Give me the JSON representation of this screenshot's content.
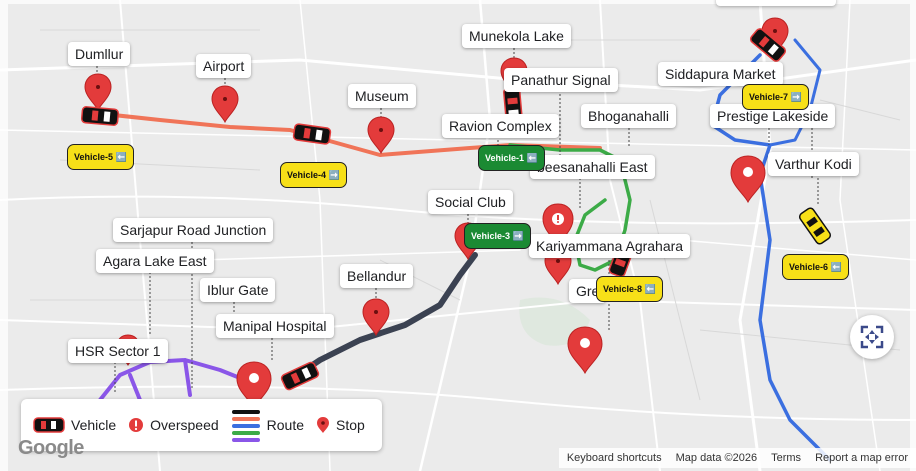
{
  "colors": {
    "route_orange": "#f07458",
    "route_green": "#3cab47",
    "route_dark": "#3b4252",
    "route_blue": "#3b6fe0",
    "route_purple": "#8a56e8",
    "pin_red": "#e33b3b",
    "badge_yellow": "#f7e018",
    "badge_green": "#1b8a33"
  },
  "places": [
    {
      "name": "Dumllur"
    },
    {
      "name": "Airport"
    },
    {
      "name": "Museum"
    },
    {
      "name": "Munekola Lake"
    },
    {
      "name": "Panathur Signal"
    },
    {
      "name": "Ravion Complex"
    },
    {
      "name": "Bhoganahalli"
    },
    {
      "name": "Siddapura Market"
    },
    {
      "name": "Prestige Lakeside"
    },
    {
      "name": "Varthur Kodi"
    },
    {
      "name": "beesanahalli East"
    },
    {
      "name": "Social Club"
    },
    {
      "name": "Kariyammana Agrahara"
    },
    {
      "name": "Sarjapur Road Junction"
    },
    {
      "name": "Agara Lake East"
    },
    {
      "name": "Iblur Gate"
    },
    {
      "name": "Bellandur"
    },
    {
      "name": "Manipal Hospital"
    },
    {
      "name": "HSR Sector 1"
    },
    {
      "name": "Gre"
    }
  ],
  "vehicles": [
    {
      "label": "Vehicle-5 ⬅️",
      "color": "yellow"
    },
    {
      "label": "Vehicle-4 ➡️",
      "color": "yellow"
    },
    {
      "label": "Vehicle-1 ⬅️",
      "color": "green"
    },
    {
      "label": "Vehicle-3 ➡️",
      "color": "green"
    },
    {
      "label": "Vehicle-7 ➡️",
      "color": "yellow"
    },
    {
      "label": "Vehicle-6 ⬅️",
      "color": "yellow"
    },
    {
      "label": "Vehicle-8 ⬅️",
      "color": "yellow"
    }
  ],
  "legend": {
    "vehicle": "Vehicle",
    "overspeed": "Overspeed",
    "route": "Route",
    "stop": "Stop"
  },
  "footer": {
    "logo": "Google",
    "shortcuts": "Keyboard shortcuts",
    "map_data": "Map data ©2026",
    "terms": "Terms",
    "report": "Report a map error"
  },
  "markers": {
    "stop_icon": "map-pin-icon",
    "vehicle_icon": "car-top-icon",
    "overspeed_icon": "alert-icon"
  }
}
